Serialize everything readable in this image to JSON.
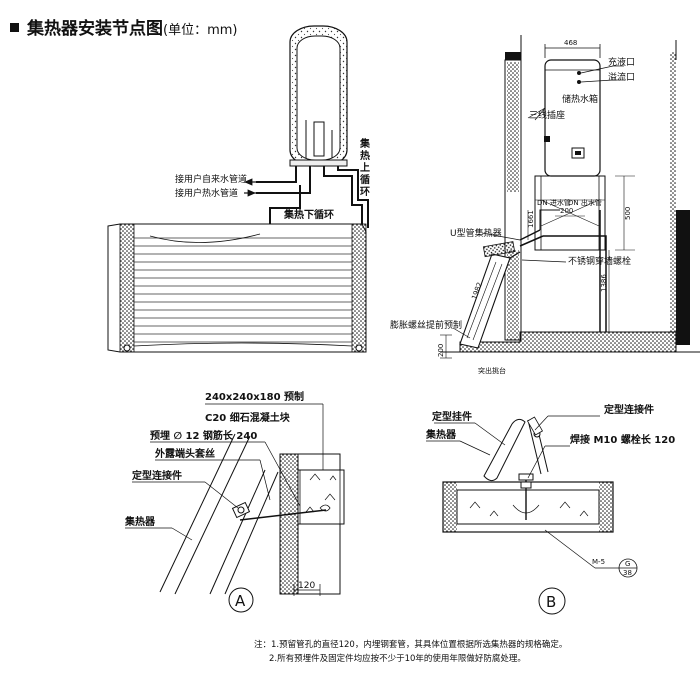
{
  "title": {
    "main": "集热器安装节点图",
    "unit": "(单位：mm)"
  },
  "left_elevation": {
    "cold_water_label": "接用户自来水管道",
    "hot_water_label": "接用户热水管道",
    "upper_loop_label": "集热上循环",
    "lower_loop_label": "集热下循环"
  },
  "right_section": {
    "tank_width_dim": "468",
    "fill_port_label": "充液口",
    "overflow_port_label": "溢流口",
    "storage_tank_label": "储热水箱",
    "socket_label": "三线插座",
    "u_tube_label": "U型管集热器",
    "bolt_label": "不锈钢穿墙螺栓",
    "expansion_label": "膨胀螺丝提前预制",
    "dim_500": "500",
    "dim_1386": "1386",
    "dim_1661": "1661",
    "dim_1982": "1982",
    "dim_200_small": "200",
    "dim_200_base": "200",
    "balcony_label": "突出挑台",
    "pipe_label_left": "DN 进水管",
    "pipe_label_right": "DN 出水管"
  },
  "detail_a": {
    "block_label": "240x240x180 预制",
    "concrete_label": "C20 细石混凝土块",
    "rebar_label": "预埋 ∅ 12 钢筋长 240",
    "thread_label": "外露端头套丝",
    "connector_label": "定型连接件",
    "collector_label": "集热器",
    "dim_120": "120",
    "marker": "A"
  },
  "detail_b": {
    "hook_label": "定型挂件",
    "connector_label": "定型连接件",
    "collector_label": "集热器",
    "weld_label": "焊接 M10  螺栓长 120",
    "m5_label": "M-5",
    "ref_top": "G",
    "ref_bottom": "38",
    "marker": "B"
  },
  "notes": {
    "line1": "注：1.预留管孔的直径120，内埋钢套管，其具体位置根据所选集热器的规格确定。",
    "line2": "2.所有预埋件及固定件均应按不少于10年的使用年限做好防腐处理。"
  }
}
